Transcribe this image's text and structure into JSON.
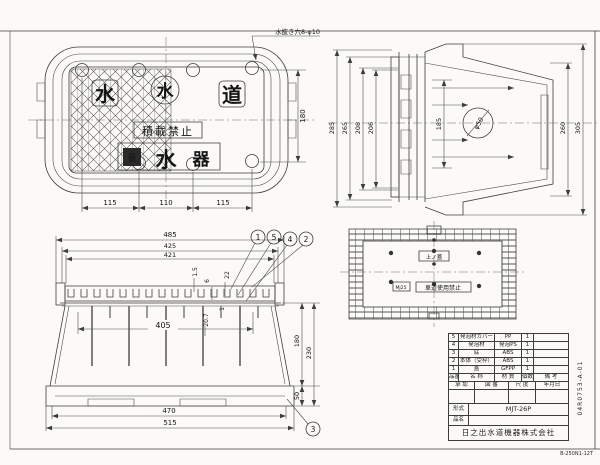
{
  "sheet": {
    "doc_no": "04R0753-A-01",
    "form_no": "B-250N1-12T",
    "line_color": "#3d3d3d",
    "bg_color": "#fbfaf6"
  },
  "top_view": {
    "note": "水抜き穴8-φ10",
    "char_sui_left": "水",
    "char_sui_center": "水",
    "char_do": "道",
    "no_load": "積載禁止",
    "emblem": "量",
    "char_sui_big": "水",
    "char_ki": "器",
    "dim_115a": "115",
    "dim_110": "110",
    "dim_115b": "115",
    "dim_180": "180"
  },
  "side_view": {
    "dim_285": "285",
    "dim_265": "265",
    "dim_208": "208",
    "dim_206": "206",
    "dim_185": "185",
    "dim_hole": "φ50",
    "dim_260": "260",
    "dim_305": "305"
  },
  "front_view": {
    "dim_485": "485",
    "dim_425": "425",
    "dim_421": "421",
    "dim_405": "405",
    "dim_1_5": "1.5",
    "dim_6": "6",
    "dim_22": "22",
    "dim_20_7": "20.7",
    "dim_1": "1",
    "dim_180": "180",
    "dim_230": "230",
    "dim_50": "50",
    "dim_470": "470",
    "dim_515": "515",
    "balloon_1": "1",
    "balloon_5": "5",
    "balloon_4": "4",
    "balloon_2": "2",
    "balloon_3": "3"
  },
  "bottom_view": {
    "top_mark": "上ノ蓋",
    "code": "MJ25",
    "no_road": "車道使用禁止"
  },
  "parts_table": {
    "header": {
      "no": "品番",
      "name": "名 称",
      "material": "材 質",
      "qty": "個数",
      "note": "備 考"
    },
    "rows": [
      {
        "no": "5",
        "name": "発泡材カバー",
        "material": "PP",
        "qty": "1",
        "note": ""
      },
      {
        "no": "4",
        "name": "発泡材",
        "material": "発泡PS",
        "qty": "1",
        "note": ""
      },
      {
        "no": "3",
        "name": "底",
        "material": "ABS",
        "qty": "1",
        "note": ""
      },
      {
        "no": "2",
        "name": "本体（受枠）",
        "material": "ABS",
        "qty": "1",
        "note": ""
      },
      {
        "no": "1",
        "name": "蓋",
        "material": "GFPP",
        "qty": "1",
        "note": ""
      }
    ]
  },
  "title_block": {
    "approval": "承 認",
    "drawing_no": "図 番",
    "scale": "尺 度",
    "date": "年月日",
    "model_label": "形式",
    "model": "MJT-26P",
    "name_label": "品名",
    "name_value": "",
    "company": "日之出水道機器株式会社"
  }
}
